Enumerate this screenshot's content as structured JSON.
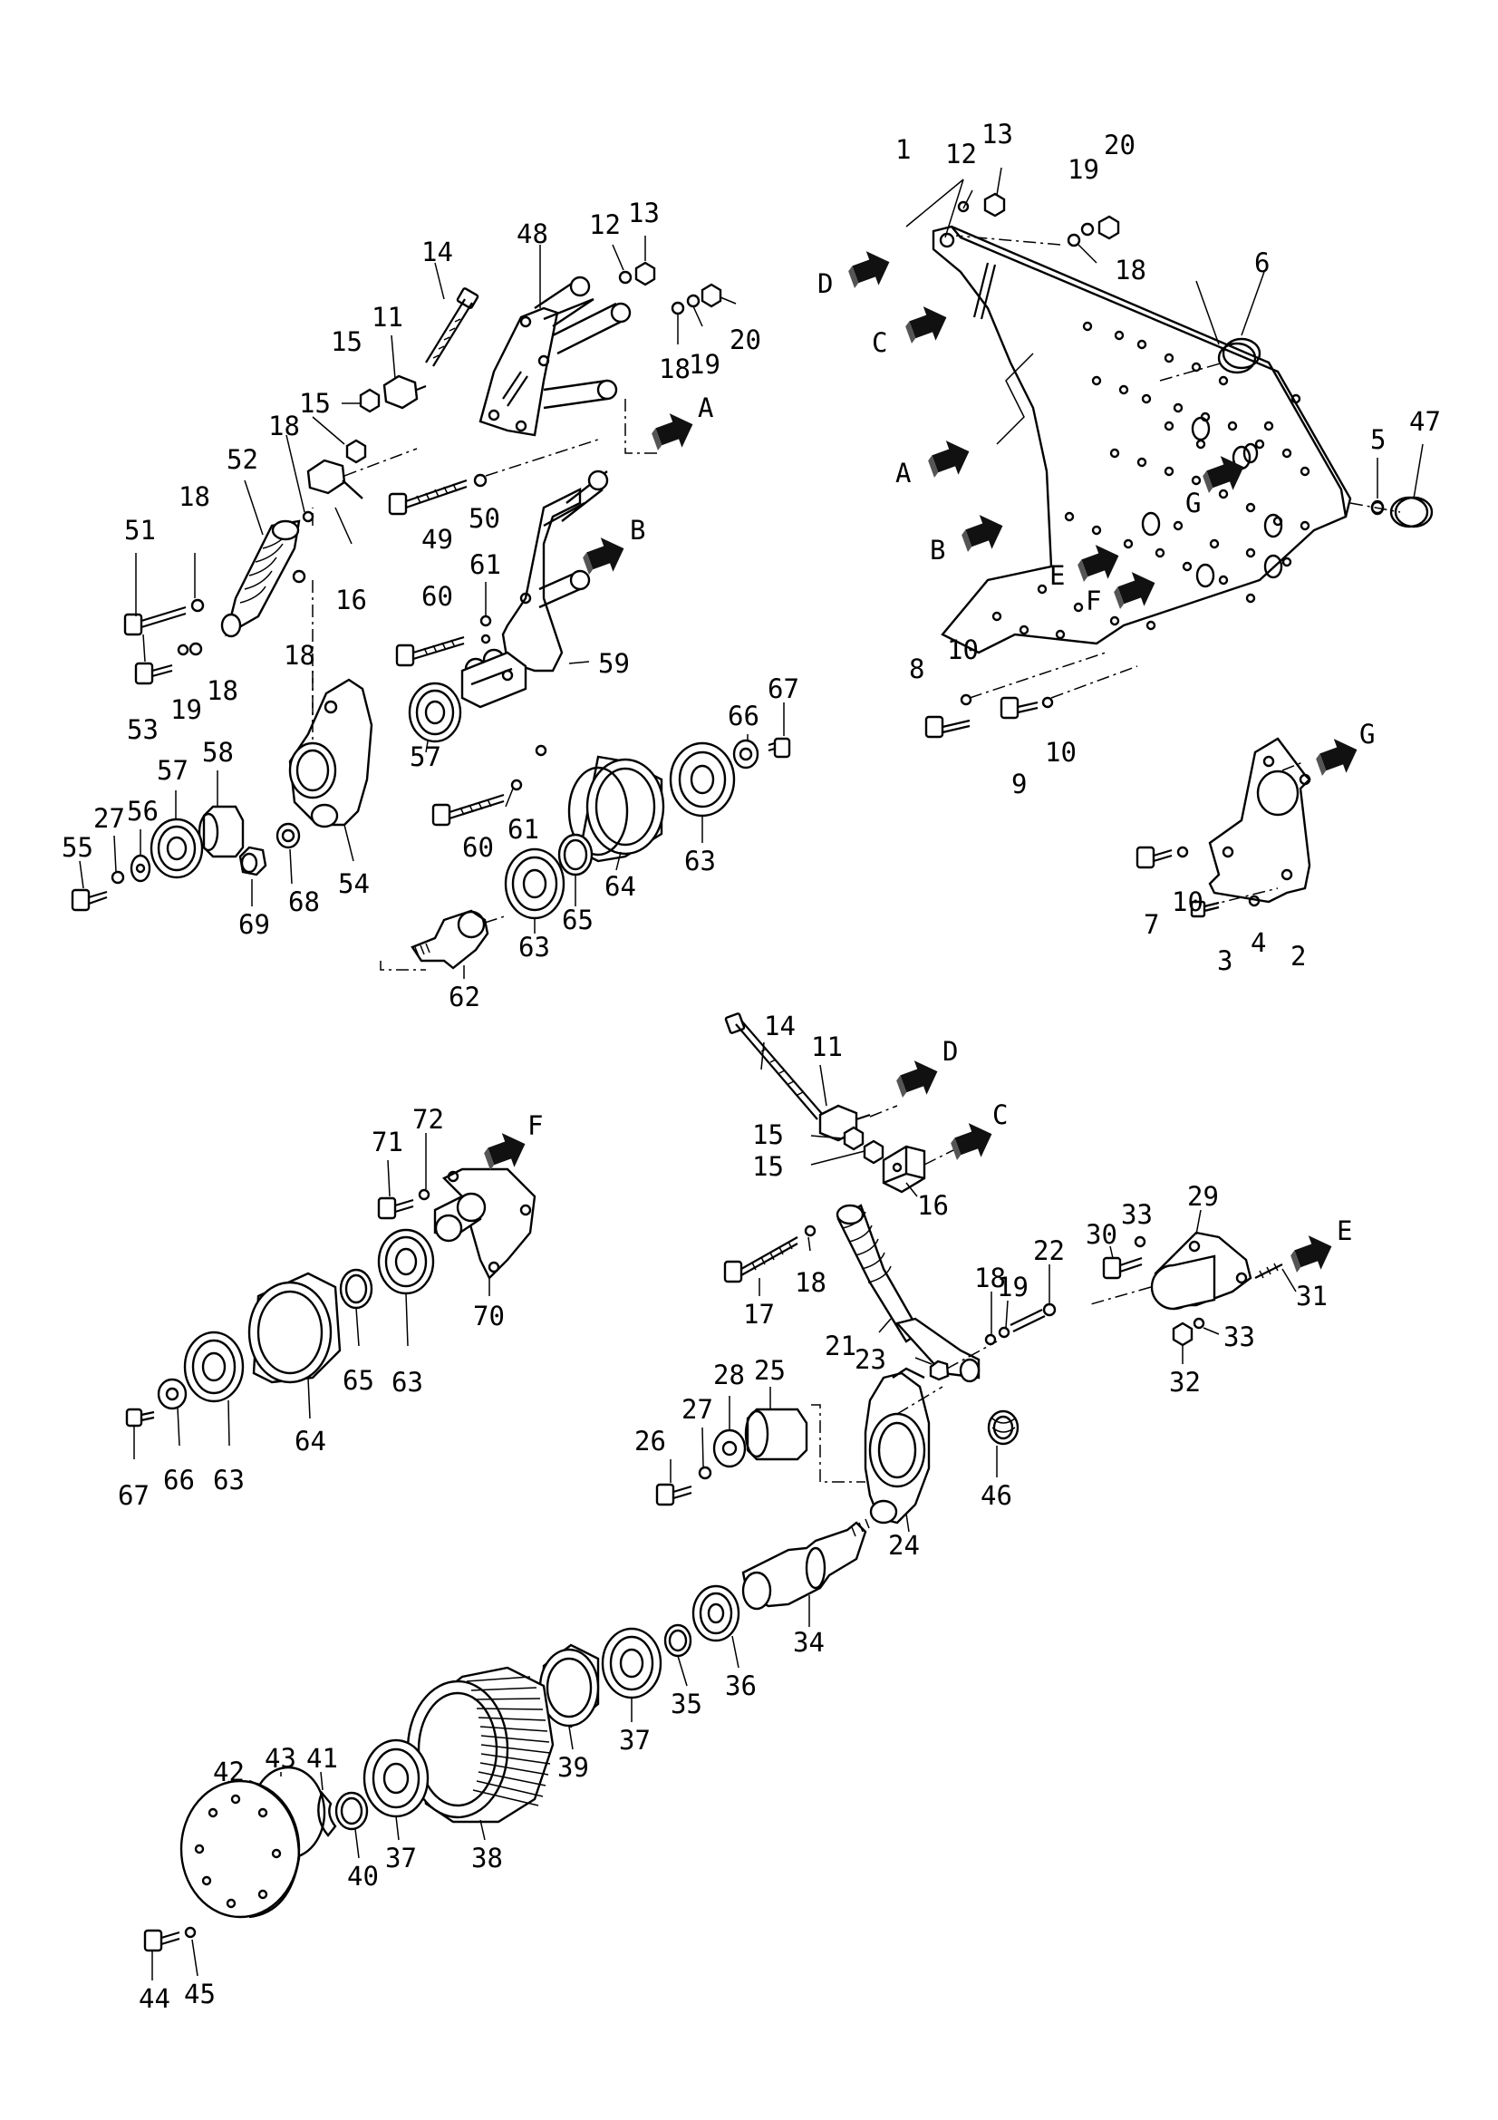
{
  "diagram": {
    "labels": [
      {
        "id": "L1",
        "text": "1"
      },
      {
        "id": "L12a",
        "text": "12"
      },
      {
        "id": "L13a",
        "text": "13"
      },
      {
        "id": "L19a",
        "text": "19"
      },
      {
        "id": "L20a",
        "text": "20"
      },
      {
        "id": "L18a",
        "text": "18"
      },
      {
        "id": "L6",
        "text": "6"
      },
      {
        "id": "L47",
        "text": "47"
      },
      {
        "id": "L5",
        "text": "5"
      },
      {
        "id": "L8",
        "text": "8"
      },
      {
        "id": "L10a",
        "text": "10"
      },
      {
        "id": "L9",
        "text": "9"
      },
      {
        "id": "L10b",
        "text": "10"
      },
      {
        "id": "L7",
        "text": "7"
      },
      {
        "id": "L10c",
        "text": "10"
      },
      {
        "id": "L3",
        "text": "3"
      },
      {
        "id": "L4",
        "text": "4"
      },
      {
        "id": "L2",
        "text": "2"
      },
      {
        "id": "L48",
        "text": "48"
      },
      {
        "id": "L12b",
        "text": "12"
      },
      {
        "id": "L13b",
        "text": "13"
      },
      {
        "id": "L14a",
        "text": "14"
      },
      {
        "id": "L11a",
        "text": "11"
      },
      {
        "id": "L15a",
        "text": "15"
      },
      {
        "id": "L15b",
        "text": "15"
      },
      {
        "id": "L18b",
        "text": "18"
      },
      {
        "id": "L19b",
        "text": "19"
      },
      {
        "id": "L20b",
        "text": "20"
      },
      {
        "id": "L52",
        "text": "52"
      },
      {
        "id": "L18c",
        "text": "18"
      },
      {
        "id": "L51",
        "text": "51"
      },
      {
        "id": "L18d",
        "text": "18"
      },
      {
        "id": "L16a",
        "text": "16"
      },
      {
        "id": "L49",
        "text": "49"
      },
      {
        "id": "L50",
        "text": "50"
      },
      {
        "id": "L18e",
        "text": "18"
      },
      {
        "id": "L60a",
        "text": "60"
      },
      {
        "id": "L61a",
        "text": "61"
      },
      {
        "id": "L59",
        "text": "59"
      },
      {
        "id": "L53",
        "text": "53"
      },
      {
        "id": "L19c",
        "text": "19"
      },
      {
        "id": "L18f",
        "text": "18"
      },
      {
        "id": "L57a",
        "text": "57"
      },
      {
        "id": "L57b",
        "text": "57"
      },
      {
        "id": "L58",
        "text": "58"
      },
      {
        "id": "L56",
        "text": "56"
      },
      {
        "id": "L27a",
        "text": "27"
      },
      {
        "id": "L55",
        "text": "55"
      },
      {
        "id": "L69",
        "text": "69"
      },
      {
        "id": "L68",
        "text": "68"
      },
      {
        "id": "L54",
        "text": "54"
      },
      {
        "id": "L60b",
        "text": "60"
      },
      {
        "id": "L61b",
        "text": "61"
      },
      {
        "id": "L66a",
        "text": "66"
      },
      {
        "id": "L67a",
        "text": "67"
      },
      {
        "id": "L63a",
        "text": "63"
      },
      {
        "id": "L64a",
        "text": "64"
      },
      {
        "id": "L65a",
        "text": "65"
      },
      {
        "id": "L63b",
        "text": "63"
      },
      {
        "id": "L62",
        "text": "62"
      },
      {
        "id": "L14b",
        "text": "14"
      },
      {
        "id": "L11b",
        "text": "11"
      },
      {
        "id": "L15c",
        "text": "15"
      },
      {
        "id": "L15d",
        "text": "15"
      },
      {
        "id": "L16b",
        "text": "16"
      },
      {
        "id": "L71",
        "text": "71"
      },
      {
        "id": "L72",
        "text": "72"
      },
      {
        "id": "L70",
        "text": "70"
      },
      {
        "id": "L63c",
        "text": "63"
      },
      {
        "id": "L65b",
        "text": "65"
      },
      {
        "id": "L64b",
        "text": "64"
      },
      {
        "id": "L63d",
        "text": "63"
      },
      {
        "id": "L66b",
        "text": "66"
      },
      {
        "id": "L67b",
        "text": "67"
      },
      {
        "id": "L17",
        "text": "17"
      },
      {
        "id": "L18g",
        "text": "18"
      },
      {
        "id": "L21",
        "text": "21"
      },
      {
        "id": "L18h",
        "text": "18"
      },
      {
        "id": "L19d",
        "text": "19"
      },
      {
        "id": "L22",
        "text": "22"
      },
      {
        "id": "L29",
        "text": "29"
      },
      {
        "id": "L30",
        "text": "30"
      },
      {
        "id": "L33a",
        "text": "33"
      },
      {
        "id": "L31",
        "text": "31"
      },
      {
        "id": "L33b",
        "text": "33"
      },
      {
        "id": "L32",
        "text": "32"
      },
      {
        "id": "L23",
        "text": "23"
      },
      {
        "id": "L28",
        "text": "28"
      },
      {
        "id": "L25",
        "text": "25"
      },
      {
        "id": "L27b",
        "text": "27"
      },
      {
        "id": "L26",
        "text": "26"
      },
      {
        "id": "L24",
        "text": "24"
      },
      {
        "id": "L46",
        "text": "46"
      },
      {
        "id": "L34",
        "text": "34"
      },
      {
        "id": "L36",
        "text": "36"
      },
      {
        "id": "L35",
        "text": "35"
      },
      {
        "id": "L37a",
        "text": "37"
      },
      {
        "id": "L39",
        "text": "39"
      },
      {
        "id": "L38",
        "text": "38"
      },
      {
        "id": "L37b",
        "text": "37"
      },
      {
        "id": "L40",
        "text": "40"
      },
      {
        "id": "L41",
        "text": "41"
      },
      {
        "id": "L43",
        "text": "43"
      },
      {
        "id": "L42",
        "text": "42"
      },
      {
        "id": "L44",
        "text": "44"
      },
      {
        "id": "L45",
        "text": "45"
      }
    ],
    "arrows": [
      {
        "id": "AD1",
        "text": "D"
      },
      {
        "id": "AC1",
        "text": "C"
      },
      {
        "id": "AA1",
        "text": "A"
      },
      {
        "id": "AB1",
        "text": "B"
      },
      {
        "id": "AG1",
        "text": "G"
      },
      {
        "id": "AE1",
        "text": "E"
      },
      {
        "id": "AF1",
        "text": "F"
      },
      {
        "id": "AG2",
        "text": "G"
      },
      {
        "id": "AA2",
        "text": "A"
      },
      {
        "id": "AB2",
        "text": "B"
      },
      {
        "id": "AD2",
        "text": "D"
      },
      {
        "id": "AC2",
        "text": "C"
      },
      {
        "id": "AF2",
        "text": "F"
      },
      {
        "id": "AE2",
        "text": "E"
      }
    ]
  }
}
